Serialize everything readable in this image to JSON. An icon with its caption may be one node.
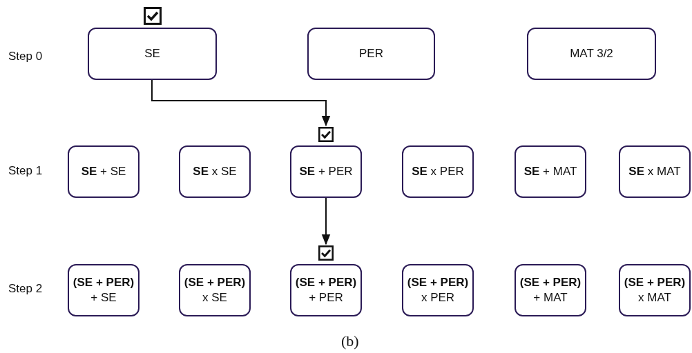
{
  "diagram": {
    "caption": "(b)",
    "nodes": [
      {
        "text": [
          "SE"
        ]
      },
      {
        "text": [
          "PER"
        ]
      },
      {
        "text": [
          "MAT 3/2"
        ]
      },
      {
        "text": [
          "**SE** + SE"
        ]
      },
      {
        "text": [
          "**SE** x SE"
        ]
      },
      {
        "text": [
          "**SE** + PER"
        ]
      },
      {
        "text": [
          "**SE** x PER"
        ]
      },
      {
        "text": [
          "**SE** + MAT"
        ]
      },
      {
        "text": [
          "**SE** x MAT"
        ]
      },
      {
        "text": [
          "**(SE + PER)** + SE"
        ]
      },
      {
        "text": [
          "**(SE + PER)** x SE"
        ]
      },
      {
        "text": [
          "**(SE + PER)** + PER"
        ]
      },
      {
        "text": [
          "**(SE + PER)** x PER"
        ]
      },
      {
        "text": [
          "**(SE + PER)** + MAT"
        ]
      },
      {
        "text": [
          "**(SE + PER)** x MAT"
        ]
      }
    ],
    "edges": [
      {
        "from": 0,
        "to": 5,
        "arrow": "to"
      },
      {
        "from": 5,
        "to": 11,
        "arrow": "to"
      }
    ],
    "labels": [
      "Step 0",
      "Step 1",
      "Step 2"
    ]
  }
}
